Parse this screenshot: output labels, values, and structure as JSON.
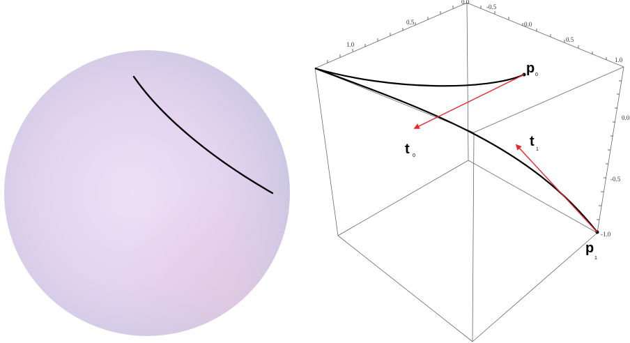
{
  "sphere_panel": {
    "sphere_color_center": "#efdff5",
    "sphere_color_edge": "#c3c4df",
    "curve_color": "#000000"
  },
  "cube_panel": {
    "frame_color": "#555555",
    "curve_color": "#000000",
    "tangent_color": "#e8262a",
    "top_axis_ticks": [
      "0.0",
      "-0.5",
      "0.0",
      "0.5",
      "1.0"
    ],
    "left_axis_ticks": [
      "0.5",
      "1.0"
    ],
    "right_axis_ticks": [
      "0.0",
      "-0.5",
      "-1.0"
    ],
    "points": [
      {
        "label": "p",
        "sub": "0"
      },
      {
        "label": "p",
        "sub": "1"
      }
    ],
    "tangents": [
      {
        "label": "t",
        "sub": "0"
      },
      {
        "label": "t",
        "sub": "1"
      }
    ]
  }
}
